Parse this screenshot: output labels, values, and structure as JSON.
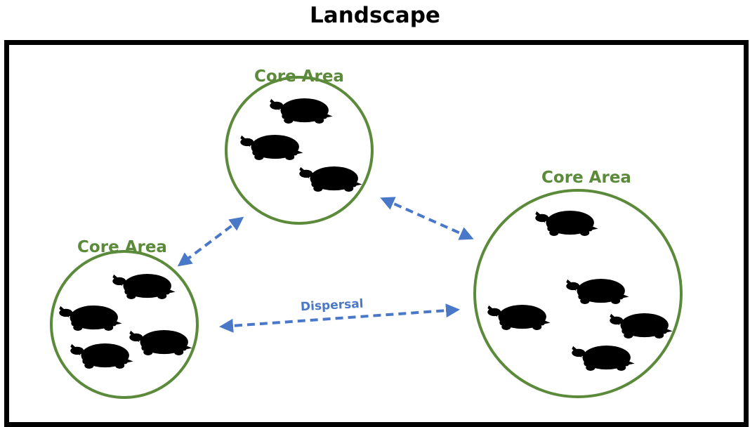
{
  "title": "Landscape",
  "core_areas": [
    {
      "label": "Core Area"
    },
    {
      "label": "Core Area"
    },
    {
      "label": "Core Area"
    }
  ],
  "dispersal_label": "Dispersal",
  "colors": {
    "core_area": "#5b8a3a",
    "dispersal_arrow": "#4a78c8",
    "turtle": "#000000",
    "frame": "#000000"
  },
  "icons": {
    "turtle": "turtle-icon"
  }
}
